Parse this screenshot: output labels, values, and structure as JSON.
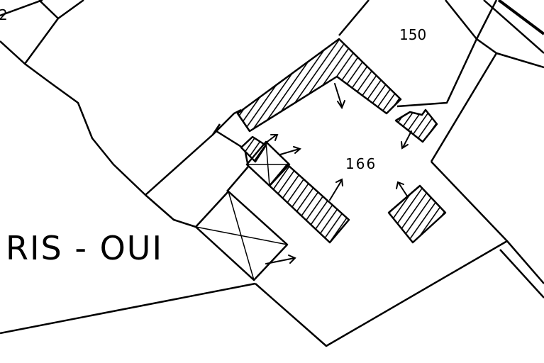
{
  "map": {
    "parcel_labels": {
      "label_150": "150",
      "label_166": "166",
      "label_edge": "2"
    },
    "place_name": "RIS - OUI",
    "colors": {
      "ink": "#000000",
      "paper": "#ffffff"
    }
  }
}
